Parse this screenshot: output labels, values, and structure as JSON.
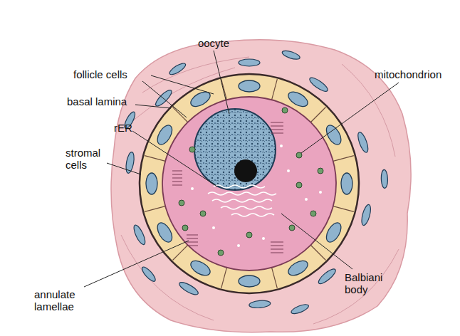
{
  "diagram": {
    "labels": [
      "oocyte",
      "follicle cells",
      "mitochondrion",
      "basal lamina",
      "rER",
      "stromal cells",
      "annulate lamellae",
      "Balbiani body"
    ]
  }
}
